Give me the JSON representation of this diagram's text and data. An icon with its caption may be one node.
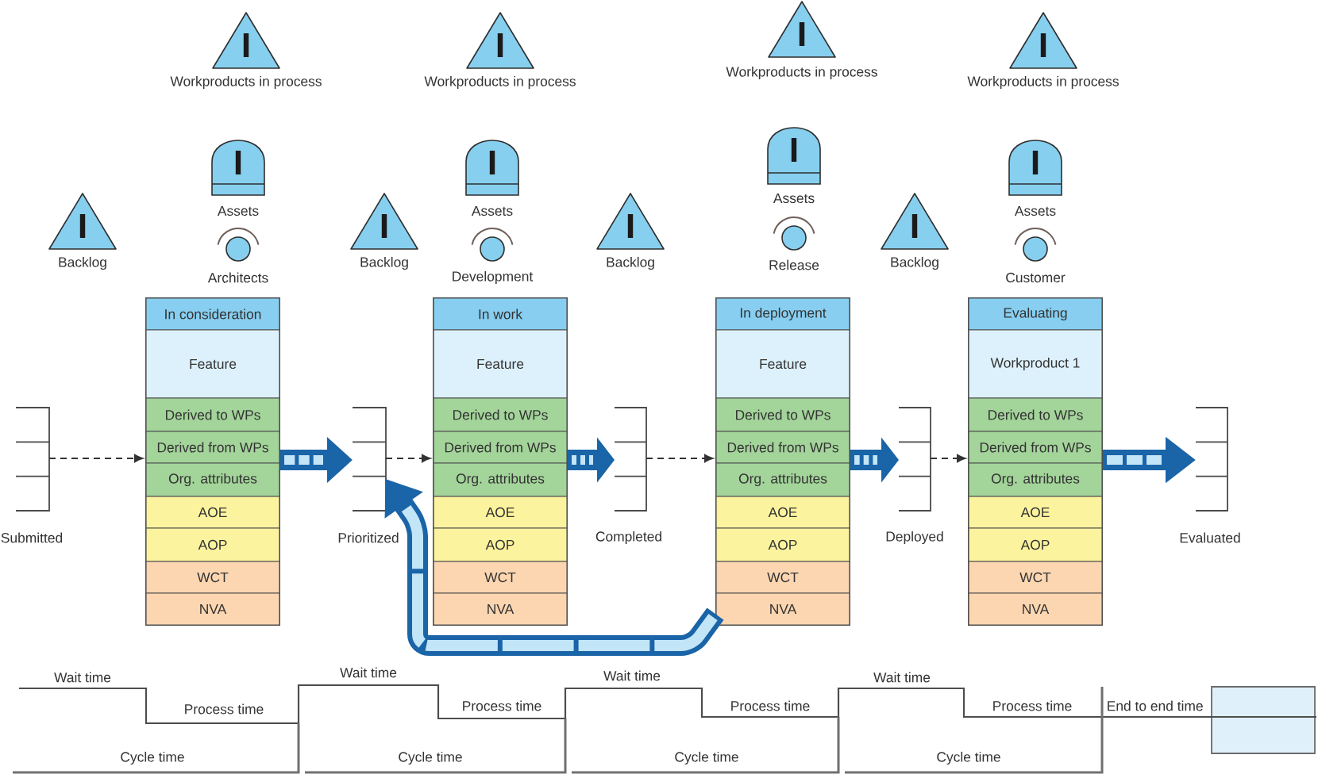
{
  "diagram": {
    "nodes": [
      {
        "text": [
          "Submitted"
        ]
      },
      {
        "text": [
          "Backlog"
        ]
      },
      {
        "text": [
          "Workproducts in process"
        ]
      },
      {
        "text": [
          "Assets"
        ]
      },
      {
        "text": [
          "Architects"
        ]
      },
      {
        "text": [],
        "shape": "box"
      },
      {
        "text": [
          "In consideration"
        ],
        "in": 5
      },
      {
        "text": [
          "Feature"
        ],
        "in": 5
      },
      {
        "text": [
          "Derived to WPs"
        ],
        "in": 5
      },
      {
        "text": [
          "Derived from WPs"
        ],
        "in": 5
      },
      {
        "text": [
          "Org. attributes"
        ],
        "in": 5
      },
      {
        "text": [
          "AOE"
        ],
        "in": 5
      },
      {
        "text": [
          "AOP"
        ],
        "in": 5
      },
      {
        "text": [
          "WCT"
        ],
        "in": 5
      },
      {
        "text": [
          "NVA"
        ],
        "in": 5
      },
      {
        "text": [
          "Prioritized"
        ]
      },
      {
        "text": [
          "Backlog"
        ]
      },
      {
        "text": [
          "Workproducts in process"
        ]
      },
      {
        "text": [
          "Assets"
        ]
      },
      {
        "text": [
          "Development"
        ]
      },
      {
        "text": [],
        "shape": "box"
      },
      {
        "text": [
          "In work"
        ],
        "in": 20
      },
      {
        "text": [
          "Feature"
        ],
        "in": 20
      },
      {
        "text": [
          "Derived to WPs"
        ],
        "in": 20
      },
      {
        "text": [
          "Derived from WPs"
        ],
        "in": 20
      },
      {
        "text": [
          "Org. attributes"
        ],
        "in": 20
      },
      {
        "text": [
          "AOE"
        ],
        "in": 20
      },
      {
        "text": [
          "AOP"
        ],
        "in": 20
      },
      {
        "text": [
          "WCT"
        ],
        "in": 20
      },
      {
        "text": [
          "NVA"
        ],
        "in": 20
      },
      {
        "text": [
          "Completed"
        ]
      },
      {
        "text": [
          "Backlog"
        ]
      },
      {
        "text": [
          "Workproducts in process"
        ]
      },
      {
        "text": [
          "Assets"
        ]
      },
      {
        "text": [
          "Release"
        ]
      },
      {
        "text": [],
        "shape": "box"
      },
      {
        "text": [
          "In deployment"
        ],
        "in": 35
      },
      {
        "text": [
          "Feature"
        ],
        "in": 35
      },
      {
        "text": [
          "Derived to WPs"
        ],
        "in": 35
      },
      {
        "text": [
          "Derived from WPs"
        ],
        "in": 35
      },
      {
        "text": [
          "Org. attributes"
        ],
        "in": 35
      },
      {
        "text": [
          "AOE"
        ],
        "in": 35
      },
      {
        "text": [
          "AOP"
        ],
        "in": 35
      },
      {
        "text": [
          "WCT"
        ],
        "in": 35
      },
      {
        "text": [
          "NVA"
        ],
        "in": 35
      },
      {
        "text": [
          "Deployed"
        ]
      },
      {
        "text": [
          "Backlog"
        ]
      },
      {
        "text": [
          "Workproducts in process"
        ]
      },
      {
        "text": [
          "Assets"
        ]
      },
      {
        "text": [
          "Customer"
        ]
      },
      {
        "text": [],
        "shape": "box"
      },
      {
        "text": [
          "Evaluating"
        ],
        "in": 50
      },
      {
        "text": [
          "Workproduct 1"
        ],
        "in": 50
      },
      {
        "text": [
          "Derived to WPs"
        ],
        "in": 50
      },
      {
        "text": [
          "Derived from WPs"
        ],
        "in": 50
      },
      {
        "text": [
          "Org. attributes"
        ],
        "in": 50
      },
      {
        "text": [
          "AOE"
        ],
        "in": 50
      },
      {
        "text": [
          "AOP"
        ],
        "in": 50
      },
      {
        "text": [
          "WCT"
        ],
        "in": 50
      },
      {
        "text": [
          "NVA"
        ],
        "in": 50
      },
      {
        "text": [
          "Evaluated"
        ]
      },
      {
        "text": [],
        "shape": "box",
        "beside": [
          "End to end time"
        ]
      }
    ],
    "edges": [
      {
        "from": 0,
        "to": 5,
        "arrow": "to",
        "style": "dashed",
        "color": "#333333"
      },
      {
        "from": 5,
        "to": 15,
        "arrow": "to"
      },
      {
        "from": 15,
        "to": 20,
        "arrow": "to",
        "style": "dashed",
        "color": "#333333"
      },
      {
        "from": 20,
        "to": 30,
        "arrow": "to"
      },
      {
        "from": 30,
        "to": 35,
        "arrow": "to",
        "style": "dashed",
        "color": "#333333"
      },
      {
        "from": 35,
        "to": 45,
        "arrow": "to"
      },
      {
        "from": 45,
        "to": 50,
        "arrow": "to",
        "style": "dashed",
        "color": "#333333"
      },
      {
        "from": 50,
        "to": 60,
        "arrow": "to"
      },
      {
        "from": 35,
        "to": 15,
        "arrow": "to"
      }
    ],
    "labels": [
      "Wait time",
      "Wait time",
      "Wait time",
      "Wait time",
      "Process time",
      "Process time",
      "Process time",
      "Process time",
      "Cycle time",
      "Cycle time",
      "Cycle time",
      "Cycle time"
    ]
  }
}
